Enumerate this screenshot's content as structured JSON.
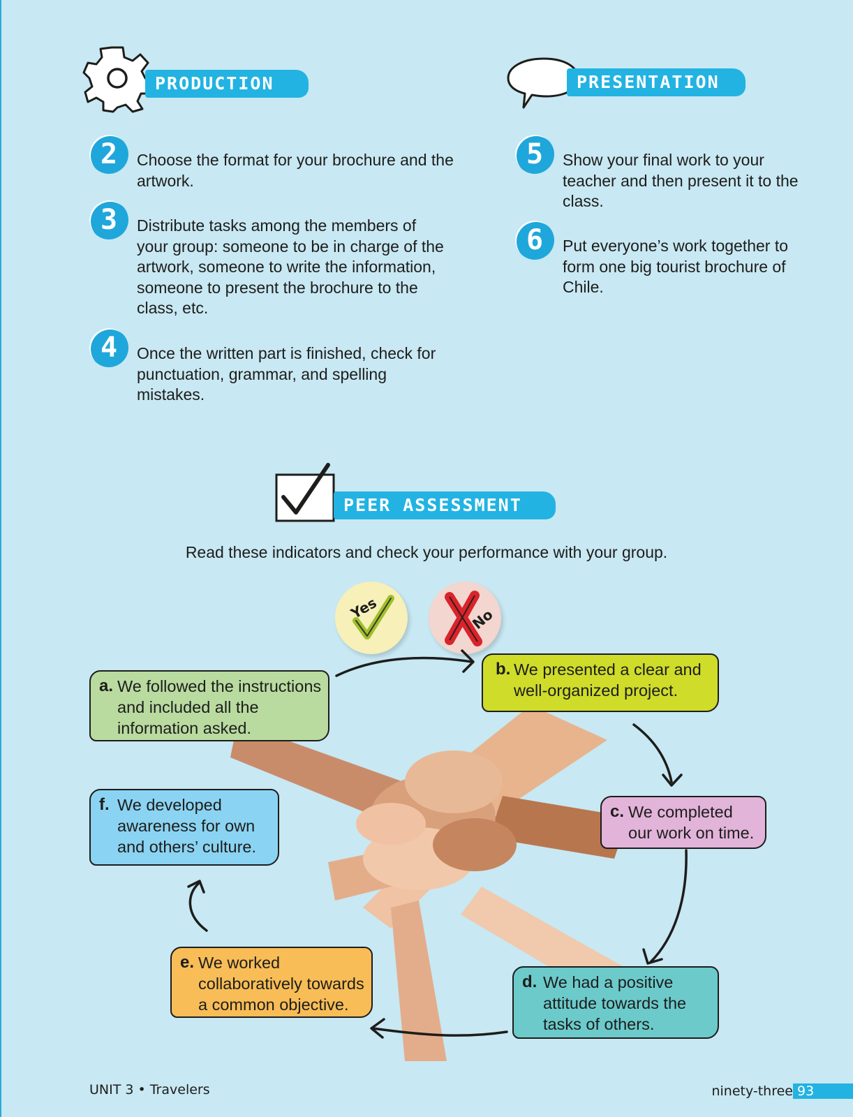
{
  "production": {
    "title": "PRODUCTION",
    "steps": [
      {
        "number": "2",
        "text": "Choose the format for your brochure and the artwork."
      },
      {
        "number": "3",
        "text": "Distribute tasks among the members of your group: someone to be in charge of the artwork, someone to write the information, someone to present the brochure to the class, etc."
      },
      {
        "number": "4",
        "text": "Once the written part is finished, check for punctuation, grammar, and spelling mistakes."
      }
    ]
  },
  "presentation": {
    "title": "PRESENTATION",
    "steps": [
      {
        "number": "5",
        "text": "Show your final work to your teacher and then present it to the class."
      },
      {
        "number": "6",
        "text": "Put everyone’s work together to form one big tourist brochure of Chile."
      }
    ]
  },
  "peer_assessment": {
    "title": "PEER ASSESSMENT",
    "instruction": "Read these indicators and check your performance with your group.",
    "yes_label": "Yes",
    "no_label": "No",
    "indicators": [
      {
        "letter": "a.",
        "text": "We followed the instructions and included all the information asked.",
        "color": "#b9dba0"
      },
      {
        "letter": "b.",
        "text": "We presented a clear and well-organized project.",
        "color": "#cfdc2a"
      },
      {
        "letter": "c.",
        "text": "We completed our work on time.",
        "color": "#e2b4da"
      },
      {
        "letter": "d.",
        "text": "We had a positive attitude towards the tasks of others.",
        "color": "#6ccacb"
      },
      {
        "letter": "e.",
        "text": "We worked collaboratively towards a common objective.",
        "color": "#f8bd57"
      },
      {
        "letter": "f.",
        "text": "We developed awareness for own and others’ culture.",
        "color": "#8bd3f2"
      }
    ]
  },
  "footer": {
    "unit": "UNIT 3 • Travelers",
    "page_word": "ninety-three",
    "page_number": "93"
  },
  "colors": {
    "background": "#c8e8f3",
    "accent": "#22b3e2"
  }
}
